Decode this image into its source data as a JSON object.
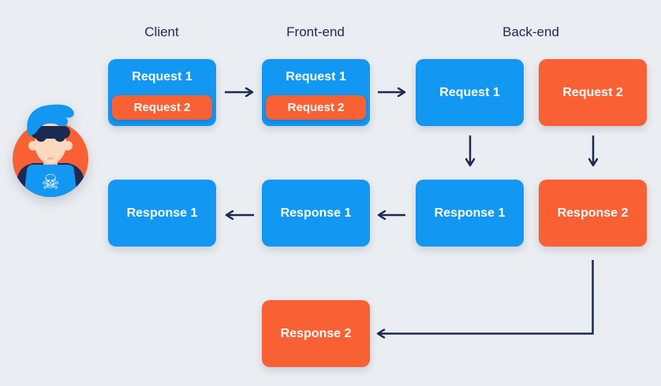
{
  "headers": {
    "client": "Client",
    "frontend": "Front-end",
    "backend": "Back-end"
  },
  "boxes": {
    "client_request_outer": "Request 1",
    "client_request_inner": "Request 2",
    "frontend_request_outer": "Request 1",
    "frontend_request_inner": "Request 2",
    "backend_request_1": "Request 1",
    "backend_request_2": "Request 2",
    "client_response_1": "Response 1",
    "frontend_response_1": "Response 1",
    "backend_response_1": "Response 1",
    "backend_response_2": "Response 2",
    "frontend_response_2": "Response 2"
  },
  "icons": {
    "attacker": "hacker-avatar",
    "skull_glyph": "☠"
  },
  "colors": {
    "background": "#eaedf1",
    "blue": "#1297f3",
    "orange": "#f96134",
    "navy": "#1b2a52",
    "box_text": "#ffffff"
  }
}
